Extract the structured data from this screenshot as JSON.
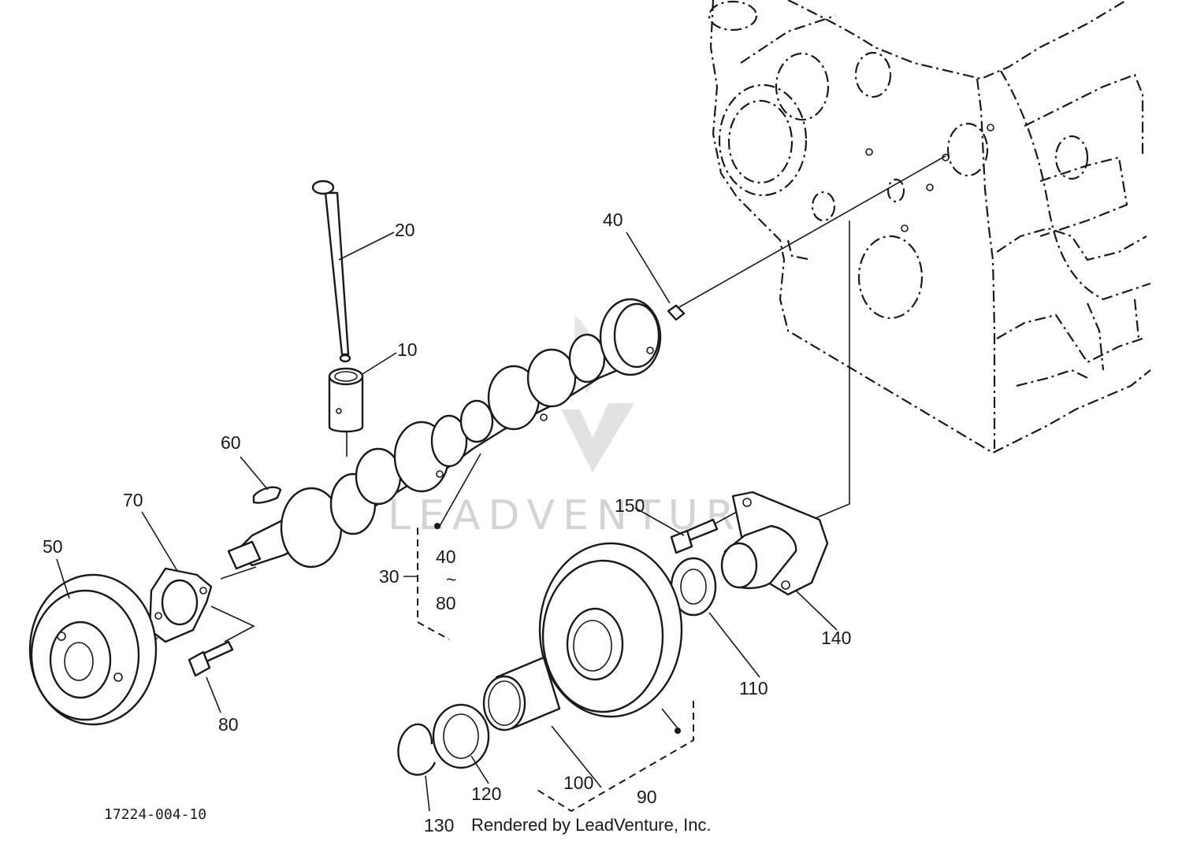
{
  "callouts": {
    "c10": "10",
    "c20": "20",
    "c30": "30",
    "c40_top": "40",
    "c40_group": "40",
    "c50": "50",
    "c60": "60",
    "c70": "70",
    "c80_group": "80",
    "c80": "80",
    "c90": "90",
    "c100": "100",
    "c110": "110",
    "c120": "120",
    "c130": "130",
    "c140": "140",
    "c150": "150",
    "range_mark": "~"
  },
  "figure_id": "17224-004-10",
  "credit": "Rendered by LeadVenture, Inc.",
  "watermark": "LEADVENTURE"
}
